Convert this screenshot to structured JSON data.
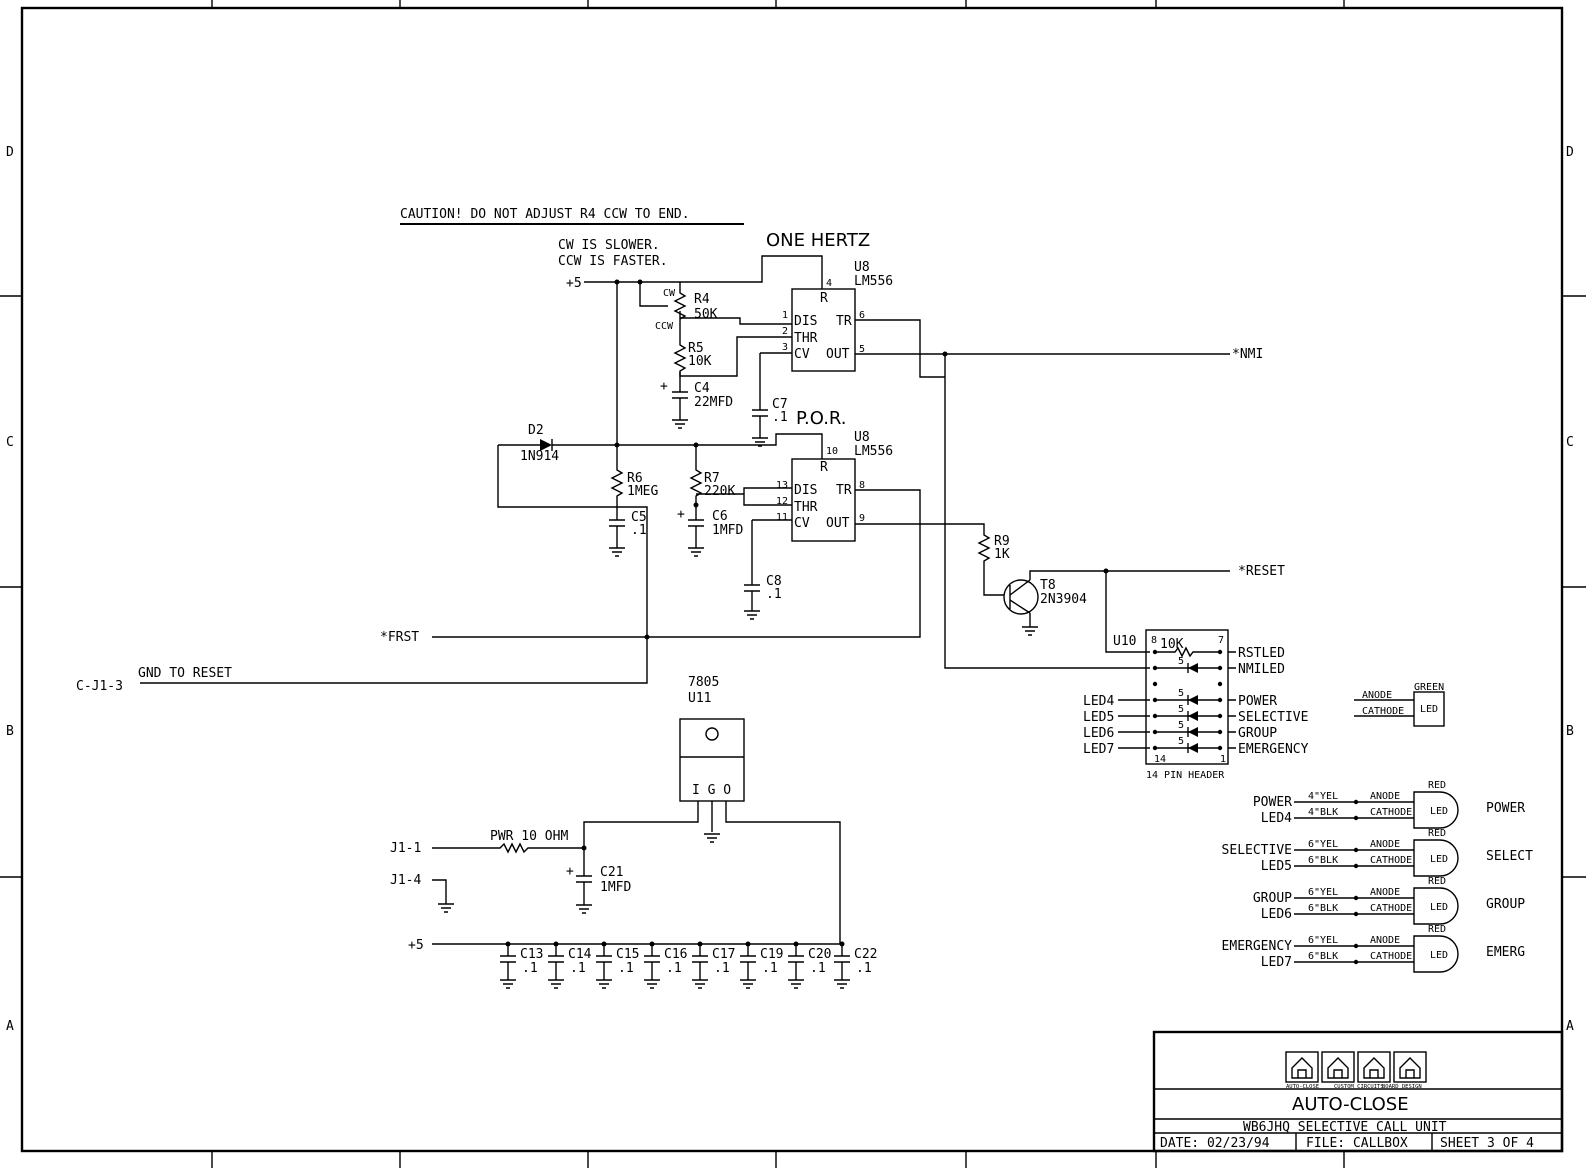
{
  "border": {
    "zones_left": [
      "D",
      "C",
      "B",
      "A"
    ],
    "zones_right": [
      "D",
      "C",
      "B",
      "A"
    ]
  },
  "notes": {
    "caution": "CAUTION!   DO NOT ADJUST R4 CCW TO END.",
    "cw_slower": "CW IS SLOWER.",
    "ccw_faster": "CCW IS FASTER.",
    "one_hertz": "ONE HERTZ",
    "por": "P.O.R.",
    "gnd_to_reset": "GND TO RESET"
  },
  "nets": {
    "plus5_top": "+5",
    "nmi": "*NMI",
    "reset": "*RESET",
    "frst": "*FRST",
    "cj13": "C-J1-3",
    "j11": "J1-1",
    "j14": "J1-4",
    "plus5_bottom": "+5"
  },
  "ic_top": {
    "ref": "U8",
    "part": "LM556",
    "reset_pin_num": "4",
    "reset_pin": "R",
    "dis": "DIS",
    "thr": "THR",
    "cv": "CV",
    "tr": "TR",
    "out": "OUT",
    "dis_num": "1",
    "thr_num": "2",
    "cv_num": "3",
    "tr_num": "6",
    "out_num": "5"
  },
  "ic_bottom": {
    "ref": "U8",
    "part": "LM556",
    "reset_pin_num": "10",
    "reset_pin": "R",
    "dis": "DIS",
    "thr": "THR",
    "cv": "CV",
    "tr": "TR",
    "out": "OUT",
    "dis_num": "13",
    "thr_num": "12",
    "cv_num": "11",
    "tr_num": "8",
    "out_num": "9"
  },
  "components": {
    "r4": {
      "ref": "R4",
      "value": "50K",
      "cw": "CW",
      "ccw": "CCW"
    },
    "r5": {
      "ref": "R5",
      "value": "10K"
    },
    "c4": {
      "ref": "C4",
      "value": "22MFD",
      "pol": "+"
    },
    "c7": {
      "ref": "C7",
      "value": ".1"
    },
    "d2": {
      "ref": "D2",
      "value": "1N914"
    },
    "r6": {
      "ref": "R6",
      "value": "1MEG"
    },
    "c5": {
      "ref": "C5",
      "value": ".1"
    },
    "r7": {
      "ref": "R7",
      "value": "220K"
    },
    "c6": {
      "ref": "C6",
      "value": "1MFD",
      "pol": "+"
    },
    "c8": {
      "ref": "C8",
      "value": ".1"
    },
    "r9": {
      "ref": "R9",
      "value": "1K"
    },
    "t8": {
      "ref": "T8",
      "value": "2N3904"
    },
    "u11": {
      "part": "7805",
      "ref": "U11",
      "pins": "I G O"
    },
    "pwr": {
      "label": "PWR 10 OHM"
    },
    "c21": {
      "ref": "C21",
      "value": "1MFD",
      "pol": "+"
    },
    "bypass": [
      {
        "ref": "C13",
        "value": ".1"
      },
      {
        "ref": "C14",
        "value": ".1"
      },
      {
        "ref": "C15",
        "value": ".1"
      },
      {
        "ref": "C16",
        "value": ".1"
      },
      {
        "ref": "C17",
        "value": ".1"
      },
      {
        "ref": "C19",
        "value": ".1"
      },
      {
        "ref": "C20",
        "value": ".1"
      },
      {
        "ref": "C22",
        "value": ".1"
      }
    ]
  },
  "header": {
    "ref": "U10",
    "res": "10K",
    "pin8": "8",
    "pin7": "7",
    "pin14": "14",
    "pin1": "1",
    "caption": "14 PIN HEADER",
    "right_labels": [
      "RSTLED",
      "NMILED",
      "POWER",
      "SELECTIVE",
      "GROUP",
      "EMERGENCY"
    ],
    "left_labels": [
      "LED4",
      "LED5",
      "LED6",
      "LED7"
    ],
    "led_mark": "5"
  },
  "legend": {
    "anode": "ANODE",
    "cathode": "CATHODE",
    "green": "GREEN",
    "led": "LED"
  },
  "leds": [
    {
      "sig1": "POWER",
      "sig2": "LED4",
      "w1": "4\"YEL",
      "w2": "4\"BLK",
      "color": "RED",
      "anode": "ANODE",
      "cathode": "CATHODE",
      "body": "LED",
      "name": "POWER"
    },
    {
      "sig1": "SELECTIVE",
      "sig2": "LED5",
      "w1": "6\"YEL",
      "w2": "6\"BLK",
      "color": "RED",
      "anode": "ANODE",
      "cathode": "CATHODE",
      "body": "LED",
      "name": "SELECT"
    },
    {
      "sig1": "GROUP",
      "sig2": "LED6",
      "w1": "6\"YEL",
      "w2": "6\"BLK",
      "color": "RED",
      "anode": "ANODE",
      "cathode": "CATHODE",
      "body": "LED",
      "name": "GROUP"
    },
    {
      "sig1": "EMERGENCY",
      "sig2": "LED7",
      "w1": "6\"YEL",
      "w2": "6\"BLK",
      "color": "RED",
      "anode": "ANODE",
      "cathode": "CATHODE",
      "body": "LED",
      "name": "EMERG"
    }
  ],
  "title_block": {
    "logos": [
      "AUTO-CLOSE",
      "CUSTOM CIRCUITS",
      "BOARD DESIGN"
    ],
    "title": "AUTO-CLOSE",
    "subtitle": "WB6JHQ SELECTIVE CALL UNIT",
    "date": "DATE: 02/23/94",
    "file": "FILE: CALLBOX",
    "sheet": "SHEET 3 OF 4"
  }
}
